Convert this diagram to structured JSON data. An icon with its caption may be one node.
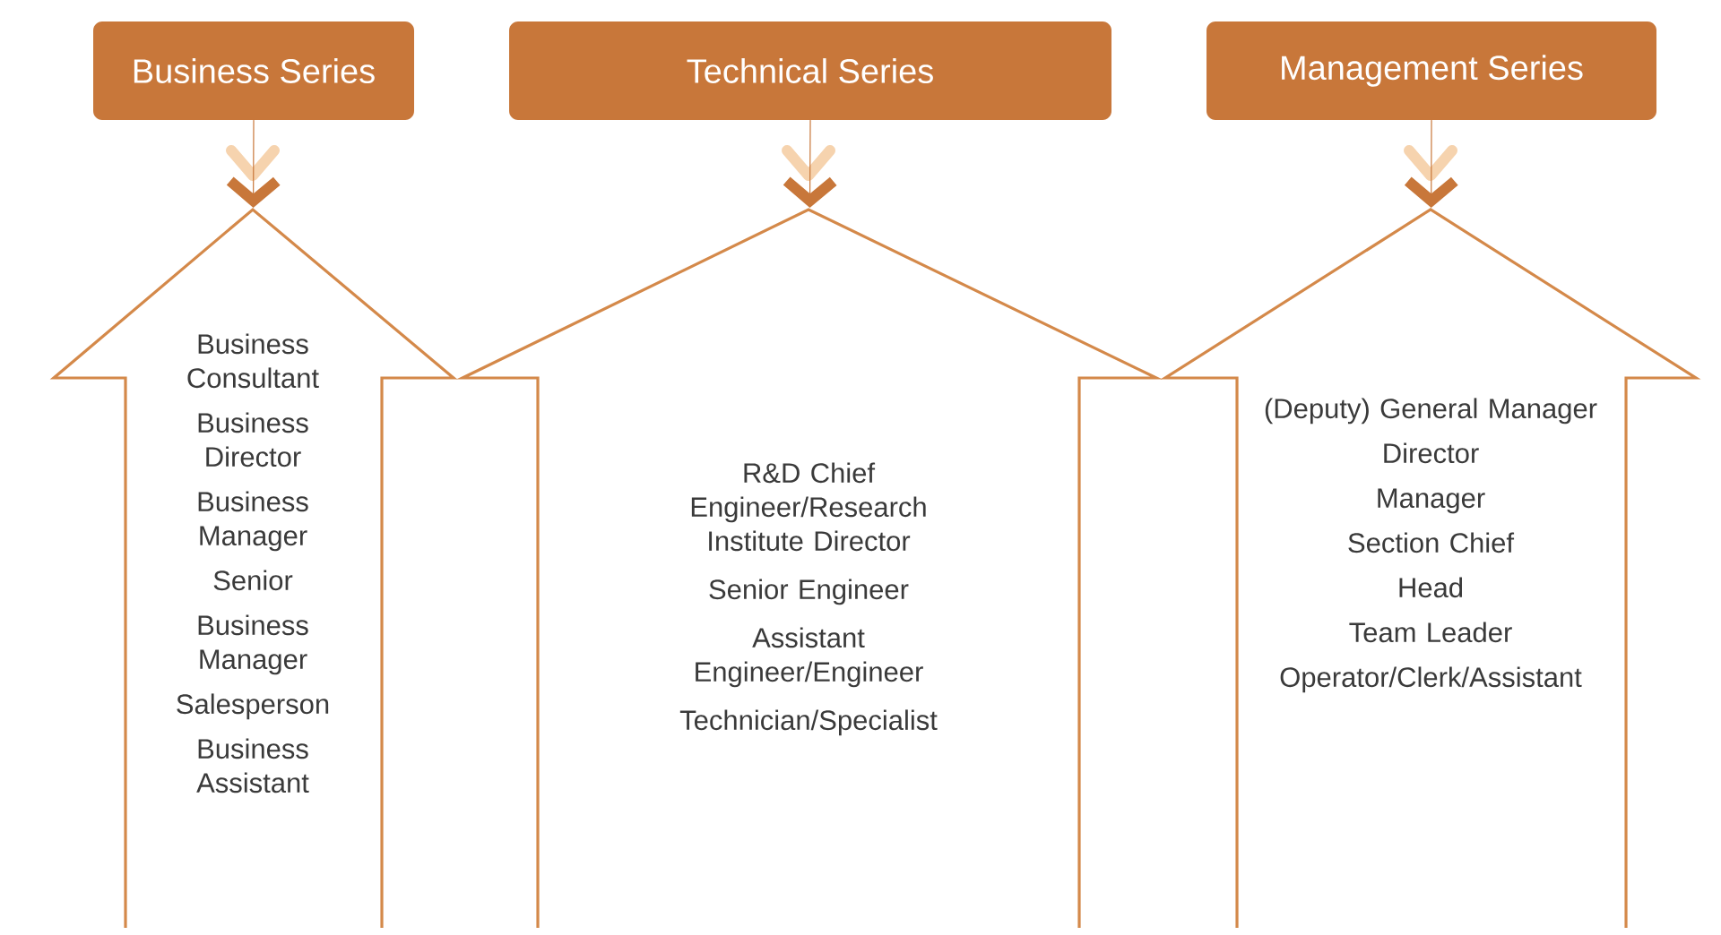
{
  "diagram": {
    "nodes": [
      {
        "text": [
          "Business Series"
        ]
      },
      {
        "text": [
          "Technical Series"
        ]
      },
      {
        "text": [
          "Management Series"
        ]
      },
      {
        "text": [
          "Business Consultant",
          "Business Director",
          "Business Manager",
          "Senior",
          "Business Manager",
          "Salesperson",
          "Business Assistant"
        ]
      },
      {
        "text": [
          "R&D Chief Engineer/Research Institute Director",
          "Senior Engineer",
          "Assistant Engineer/Engineer",
          "Technician/Specialist"
        ]
      },
      {
        "text": [
          "(Deputy) General Manager",
          "Director",
          "Manager",
          "Section Chief",
          "Head",
          "Team Leader",
          "Operator/Clerk/Assistant"
        ]
      }
    ],
    "edges": [
      {
        "from": 0,
        "to": 3,
        "arrow": "to"
      },
      {
        "from": 1,
        "to": 4,
        "arrow": "to"
      },
      {
        "from": 2,
        "to": 5,
        "arrow": "to"
      }
    ]
  }
}
